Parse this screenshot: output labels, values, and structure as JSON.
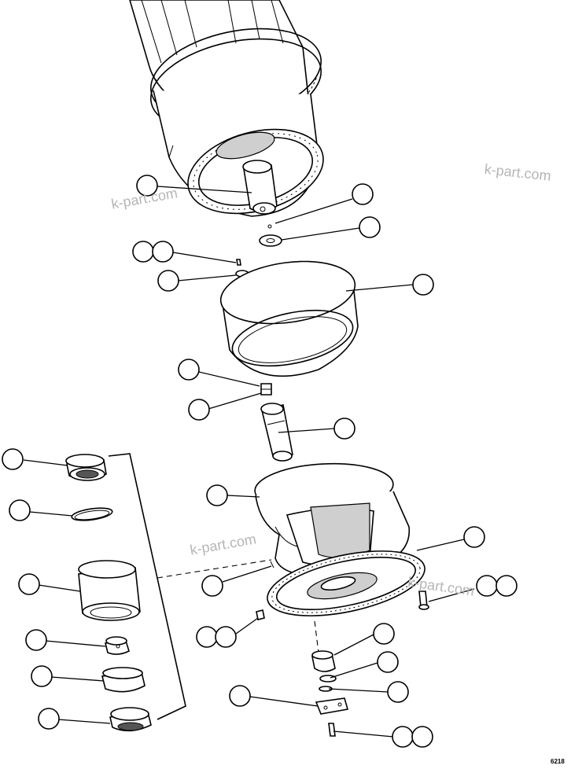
{
  "diagram": {
    "watermarks": [
      "k-part.com",
      "k-part.com",
      "k-part.com",
      "k-part.com"
    ],
    "figure_code": "6218"
  }
}
